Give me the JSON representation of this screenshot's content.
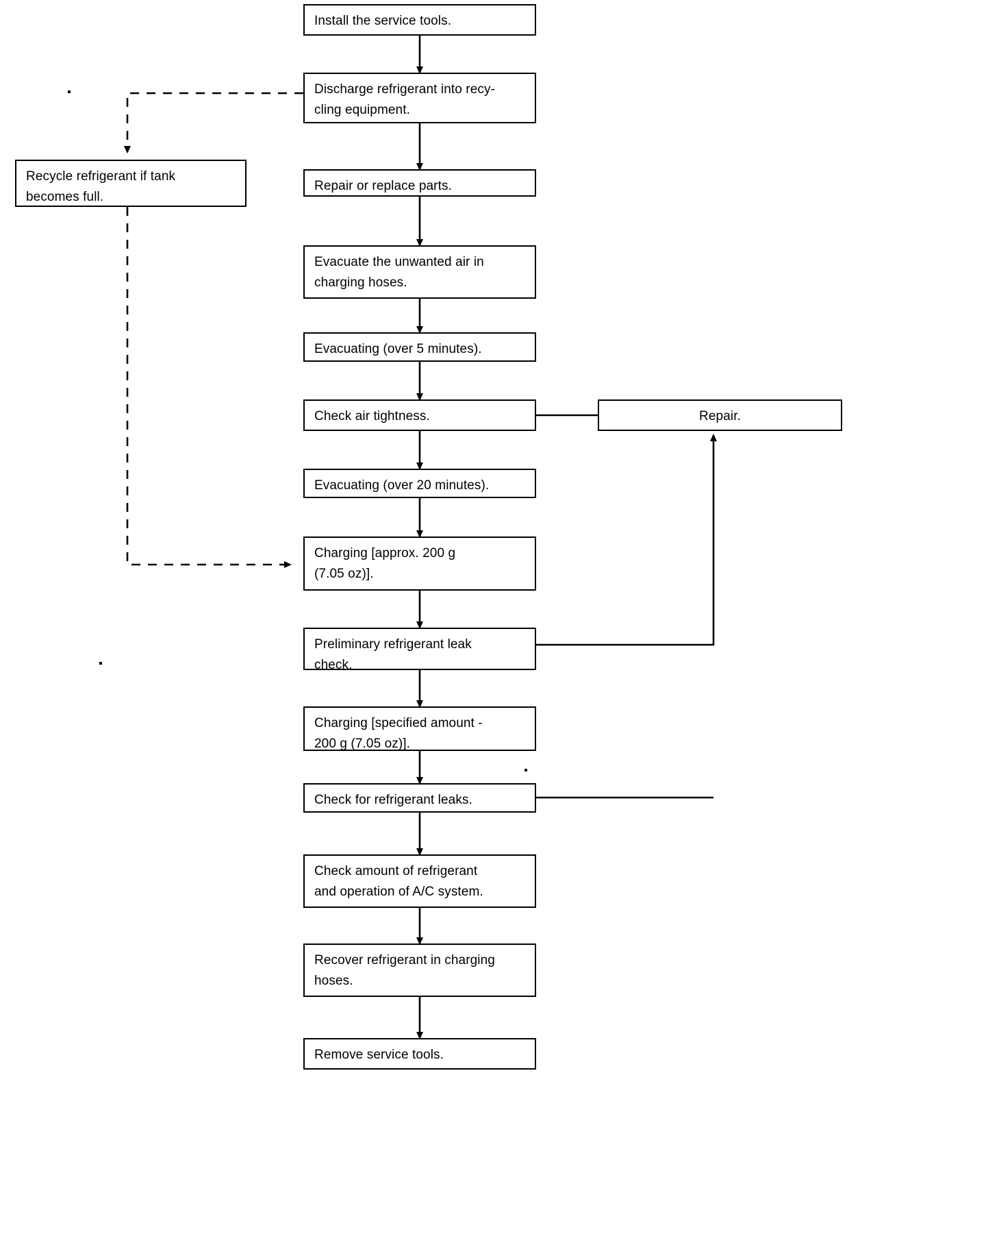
{
  "diagram": {
    "title": "Refrigerant service procedure flowchart",
    "line_color": "#000000",
    "background_color": "#ffffff",
    "nodes": [
      {
        "id": "install",
        "label_lines": [
          "Install the service tools."
        ]
      },
      {
        "id": "discharge",
        "label_lines": [
          "Discharge refrigerant into recy-",
          "cling equipment."
        ]
      },
      {
        "id": "recycle",
        "label_lines": [
          "Recycle refrigerant if tank",
          "becomes full."
        ]
      },
      {
        "id": "repair_replace",
        "label_lines": [
          "Repair or replace parts."
        ]
      },
      {
        "id": "evac_air",
        "label_lines": [
          "Evacuate the unwanted air in",
          "charging hoses."
        ]
      },
      {
        "id": "evac5",
        "label_lines": [
          "Evacuating (over 5 minutes)."
        ]
      },
      {
        "id": "air_tight",
        "label_lines": [
          "Check air tightness."
        ]
      },
      {
        "id": "repair",
        "label_lines": [
          "Repair."
        ]
      },
      {
        "id": "evac20",
        "label_lines": [
          "Evacuating (over 20 minutes)."
        ]
      },
      {
        "id": "charge200",
        "label_lines": [
          "Charging [approx. 200 g",
          "(7.05 oz)]."
        ]
      },
      {
        "id": "prelim_leak",
        "label_lines": [
          "Preliminary refrigerant leak",
          "check."
        ]
      },
      {
        "id": "charge_spec",
        "label_lines": [
          "Charging [specified amount -",
          "200 g (7.05 oz)]."
        ]
      },
      {
        "id": "leak_check",
        "label_lines": [
          "Check for refrigerant leaks."
        ]
      },
      {
        "id": "check_amount",
        "label_lines": [
          "Check amount of refrigerant",
          "and operation of A/C system."
        ]
      },
      {
        "id": "recover",
        "label_lines": [
          "Recover refrigerant in charging",
          "hoses."
        ]
      },
      {
        "id": "remove_tools",
        "label_lines": [
          "Remove service tools."
        ]
      }
    ],
    "edges": [
      {
        "from": "install",
        "to": "discharge",
        "style": "solid",
        "route": "down"
      },
      {
        "from": "discharge",
        "to": "recycle",
        "style": "dashed",
        "route": "left-down"
      },
      {
        "from": "discharge",
        "to": "repair_replace",
        "style": "solid",
        "route": "down"
      },
      {
        "from": "recycle",
        "to": "charge200",
        "style": "dashed",
        "route": "down-right"
      },
      {
        "from": "repair_replace",
        "to": "evac_air",
        "style": "solid",
        "route": "down"
      },
      {
        "from": "evac_air",
        "to": "evac5",
        "style": "solid",
        "route": "down"
      },
      {
        "from": "evac5",
        "to": "air_tight",
        "style": "solid",
        "route": "down"
      },
      {
        "from": "air_tight",
        "to": "repair",
        "style": "solid",
        "route": "right"
      },
      {
        "from": "air_tight",
        "to": "evac20",
        "style": "solid",
        "route": "down"
      },
      {
        "from": "evac20",
        "to": "charge200",
        "style": "solid",
        "route": "down"
      },
      {
        "from": "charge200",
        "to": "prelim_leak",
        "style": "solid",
        "route": "down"
      },
      {
        "from": "prelim_leak",
        "to": "repair",
        "style": "solid",
        "route": "right-up"
      },
      {
        "from": "prelim_leak",
        "to": "charge_spec",
        "style": "solid",
        "route": "down"
      },
      {
        "from": "charge_spec",
        "to": "leak_check",
        "style": "solid",
        "route": "down"
      },
      {
        "from": "leak_check",
        "to": "repair",
        "style": "solid",
        "route": "right-up"
      },
      {
        "from": "leak_check",
        "to": "check_amount",
        "style": "solid",
        "route": "down"
      },
      {
        "from": "check_amount",
        "to": "recover",
        "style": "solid",
        "route": "down"
      },
      {
        "from": "recover",
        "to": "remove_tools",
        "style": "solid",
        "route": "down"
      }
    ]
  }
}
